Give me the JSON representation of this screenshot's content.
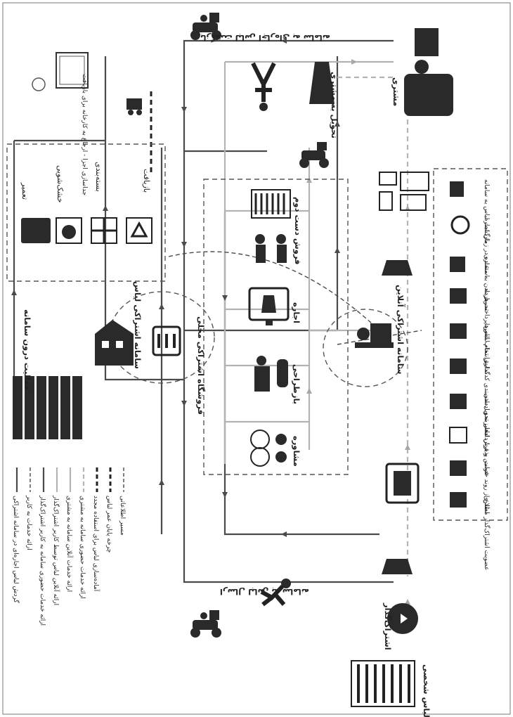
{
  "legend": {
    "items": [
      {
        "label": "گردش لباس اجاره‌ای در سامانه اشتراکی",
        "style": "dark"
      },
      {
        "label": "ارائه خدمات به کاربر",
        "style": "dash"
      },
      {
        "label": "ارائه خدمات حضوری سامانه به کاربر اشتراک‌گذار",
        "style": "dark"
      },
      {
        "label": "ارائه آنلاین لباس توسط کاربر اشتراک‌گذار",
        "style": "light"
      },
      {
        "label": "ارائه خدمات آنلاین سامانه به مشتری",
        "style": "light"
      },
      {
        "label": "ارائه خدمات حضوری سامانه به مشتری",
        "style": "dashlight"
      },
      {
        "label": "آماده‌سازی لباس برای استفاده مجدد",
        "style": "dashheavy"
      },
      {
        "label": "چرخه پایان عمر لباس",
        "style": "dashheavy"
      },
      {
        "label": "مسیر اطلاعاتی",
        "style": "dash"
      }
    ]
  },
  "labels": {
    "return_to_system": "بازگشت لباس اجاره‌ای به سامانه",
    "send_to_system": "ارسال لباس به سامانه",
    "customer": "مشتری",
    "sharer": "اشتراک‌گذار",
    "personal_wardrobe": "کمد لباس شخصی",
    "delivery_to_customer": "تحویل به مشتری",
    "separate_parts": "جداسازی اجزا - ارجاع به کارخانه برای بازیافت",
    "repair": "تعمیر",
    "dry_clean": "خشک‌شویی",
    "packaging": "بسته‌بندی",
    "recycling": "بازیافت",
    "in_system_activity": "فعالیت درون سامانه",
    "system_label": "سامانه اشتراکی لباس",
    "local_store": "فروشگاه اشتراکی محلی",
    "second_hand": "فروش دست دوم",
    "rent": "اجاره",
    "redesign": "بازطراحی",
    "consult": "مشاوره",
    "online_platform": "سامانه اشتراکی آنلاین"
  },
  "online_services": [
    "عضویت اشتراک‌گذار مشتری",
    "اطلاع از روند خدمت",
    "قوانین و قراردادها",
    "پذیرش لباس تحویل‌دادن",
    "سایزبندی دسته‌بندی کدگذاری",
    "نمایش تمام لباس‌ها",
    "انتخاب لباس پرداخت هزینه",
    "تحویل‌دادن به مشتری",
    "استفاده در زمان اجاره",
    "بازگشت لباس به سامانه"
  ]
}
